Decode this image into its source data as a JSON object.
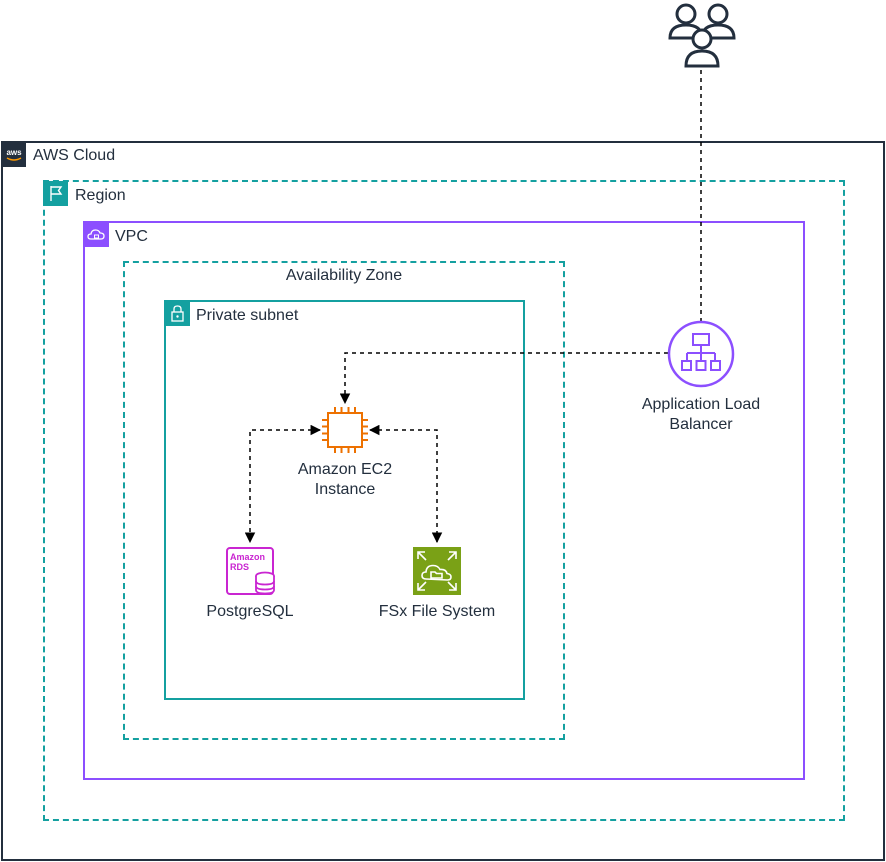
{
  "groups": {
    "cloud": "AWS Cloud",
    "region": "Region",
    "vpc": "VPC",
    "availability_zone": "Availability Zone",
    "subnet": "Private subnet"
  },
  "nodes": {
    "alb": {
      "line1": "Application Load",
      "line2": "Balancer",
      "icon": "load-balancer-icon"
    },
    "ec2": {
      "line1": "Amazon EC2",
      "line2": "Instance",
      "icon": "ec2-chip-icon"
    },
    "rds": {
      "label": "PostgreSQL",
      "icon": "rds-icon",
      "icon_text_1": "Amazon",
      "icon_text_2": "RDS"
    },
    "fsx": {
      "label": "FSx File System",
      "icon": "fsx-icon"
    },
    "users": {
      "icon": "users-icon"
    }
  },
  "colors": {
    "cloud_border": "#232f3e",
    "region_border": "#14a0a0",
    "vpc_border": "#8c4fff",
    "ec2": "#ed7100",
    "rds": "#c925d1",
    "fsx": "#7aa116"
  }
}
